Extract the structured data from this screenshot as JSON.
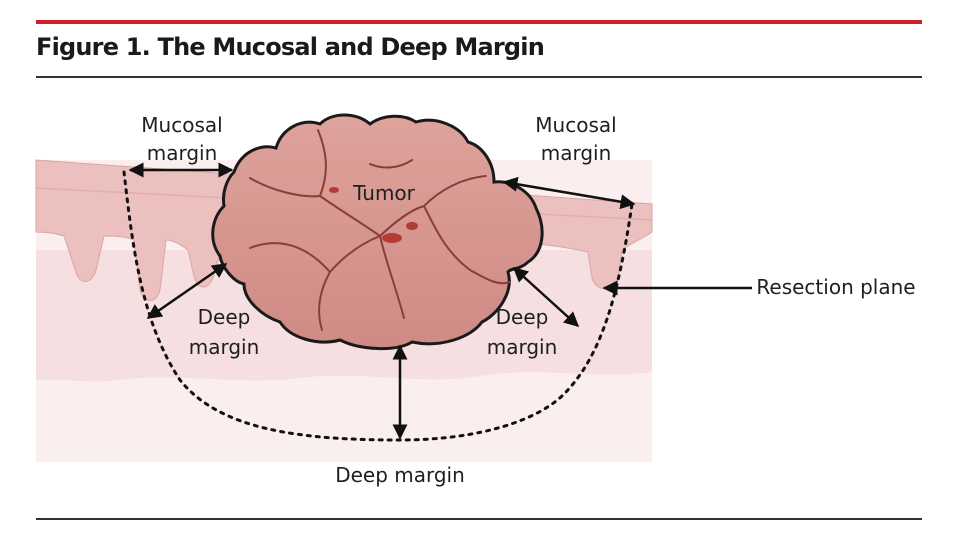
{
  "figure": {
    "title": "Figure 1. The Mucosal and Deep Margin",
    "accent_color": "#d0202e",
    "labels": {
      "tumor": "Tumor",
      "mucosal_left_line1": "Mucosal",
      "mucosal_left_line2": "margin",
      "mucosal_right_line1": "Mucosal",
      "mucosal_right_line2": "margin",
      "deep_left_line1": "Deep",
      "deep_left_line2": "margin",
      "deep_right_line1": "Deep",
      "deep_right_line2": "margin",
      "deep_bottom": "Deep margin",
      "resection_plane": "Resection plane"
    }
  }
}
